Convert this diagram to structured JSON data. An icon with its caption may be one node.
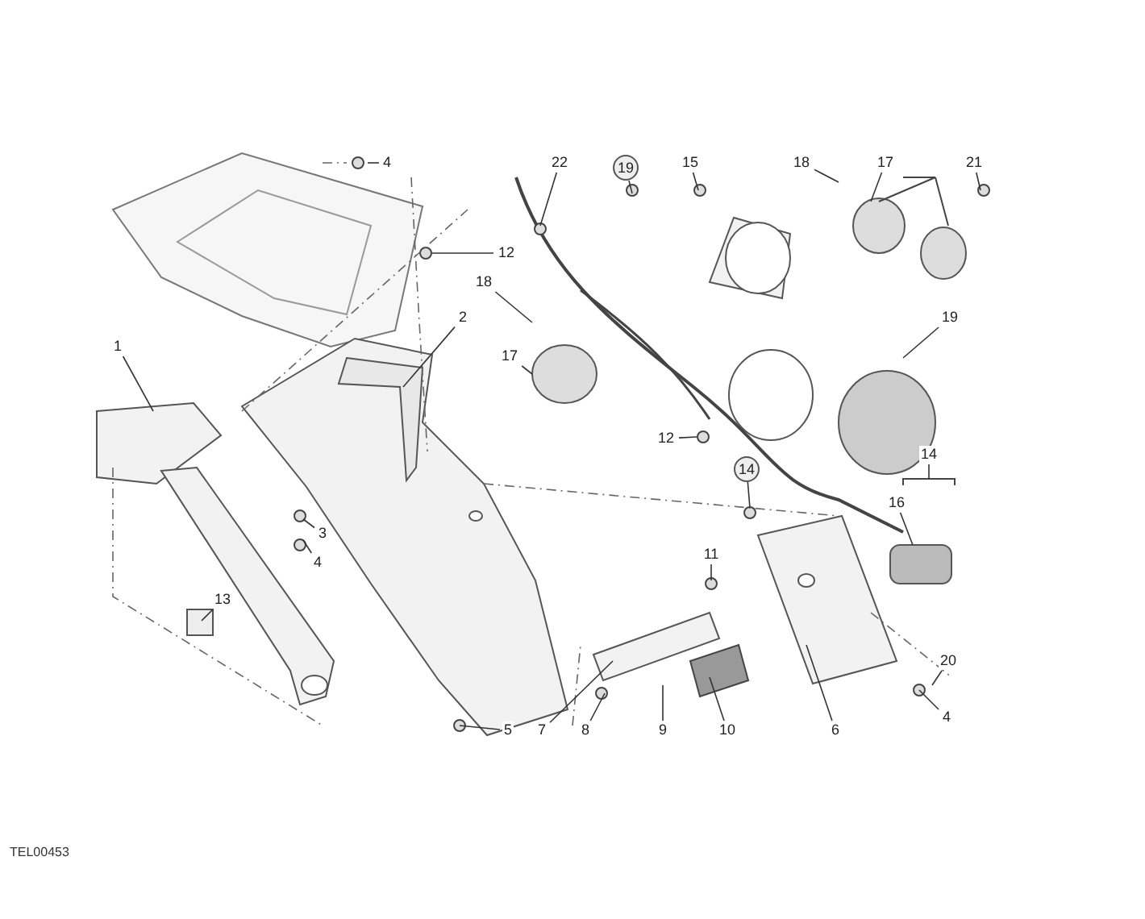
{
  "diagram": {
    "nodes": [
      {
        "text": [
          "4"
        ]
      },
      {
        "text": [
          "22"
        ]
      },
      {
        "text": [
          "19"
        ]
      },
      {
        "text": [
          "15"
        ]
      },
      {
        "text": [
          "18"
        ]
      },
      {
        "text": [
          "17"
        ]
      },
      {
        "text": [
          "21"
        ]
      },
      {
        "text": [
          "12"
        ]
      },
      {
        "text": [
          "2"
        ]
      },
      {
        "text": [
          "18"
        ]
      },
      {
        "text": [
          "17"
        ]
      },
      {
        "text": [
          "19"
        ]
      },
      {
        "text": [
          "1"
        ]
      },
      {
        "text": [
          "12"
        ]
      },
      {
        "text": [
          "14"
        ]
      },
      {
        "text": [
          "14"
        ]
      },
      {
        "text": [
          "16"
        ]
      },
      {
        "text": [
          "3"
        ]
      },
      {
        "text": [
          "4"
        ]
      },
      {
        "text": [
          "11"
        ]
      },
      {
        "text": [
          "13"
        ]
      },
      {
        "text": [
          "20"
        ]
      },
      {
        "text": [
          "5"
        ]
      },
      {
        "text": [
          "7"
        ]
      },
      {
        "text": [
          "8"
        ]
      },
      {
        "text": [
          "9"
        ]
      },
      {
        "text": [
          "10"
        ]
      },
      {
        "text": [
          "6"
        ]
      },
      {
        "text": [
          "4"
        ]
      }
    ],
    "edges": [
      {
        "from": 0,
        "to": null,
        "arrow": "none"
      },
      {
        "from": 1,
        "to": null,
        "arrow": "none"
      },
      {
        "from": 2,
        "to": null,
        "arrow": "none"
      },
      {
        "from": 3,
        "to": null,
        "arrow": "none"
      },
      {
        "from": 4,
        "to": null,
        "arrow": "none"
      },
      {
        "from": 5,
        "to": null,
        "arrow": "none"
      },
      {
        "from": 6,
        "to": null,
        "arrow": "none"
      },
      {
        "from": 7,
        "to": null,
        "arrow": "none"
      },
      {
        "from": 8,
        "to": null,
        "arrow": "none"
      },
      {
        "from": 9,
        "to": null,
        "arrow": "none"
      },
      {
        "from": 10,
        "to": null,
        "arrow": "none"
      },
      {
        "from": 11,
        "to": null,
        "arrow": "none"
      },
      {
        "from": 12,
        "to": null,
        "arrow": "none"
      },
      {
        "from": 13,
        "to": null,
        "arrow": "none"
      },
      {
        "from": 14,
        "to": null,
        "arrow": "none"
      },
      {
        "from": 15,
        "to": null,
        "arrow": "none"
      },
      {
        "from": 16,
        "to": null,
        "arrow": "none"
      },
      {
        "from": 17,
        "to": null,
        "arrow": "none"
      },
      {
        "from": 18,
        "to": null,
        "arrow": "none"
      },
      {
        "from": 19,
        "to": null,
        "arrow": "none"
      },
      {
        "from": 20,
        "to": null,
        "arrow": "none"
      },
      {
        "from": 21,
        "to": null,
        "arrow": "none"
      },
      {
        "from": 22,
        "to": null,
        "arrow": "none"
      },
      {
        "from": 23,
        "to": null,
        "arrow": "none"
      },
      {
        "from": 24,
        "to": null,
        "arrow": "none"
      },
      {
        "from": 25,
        "to": null,
        "arrow": "none"
      },
      {
        "from": 26,
        "to": null,
        "arrow": "none"
      },
      {
        "from": 27,
        "to": null,
        "arrow": "none"
      },
      {
        "from": 28,
        "to": null,
        "arrow": "none"
      }
    ],
    "labels": [
      "TEL00453"
    ]
  }
}
